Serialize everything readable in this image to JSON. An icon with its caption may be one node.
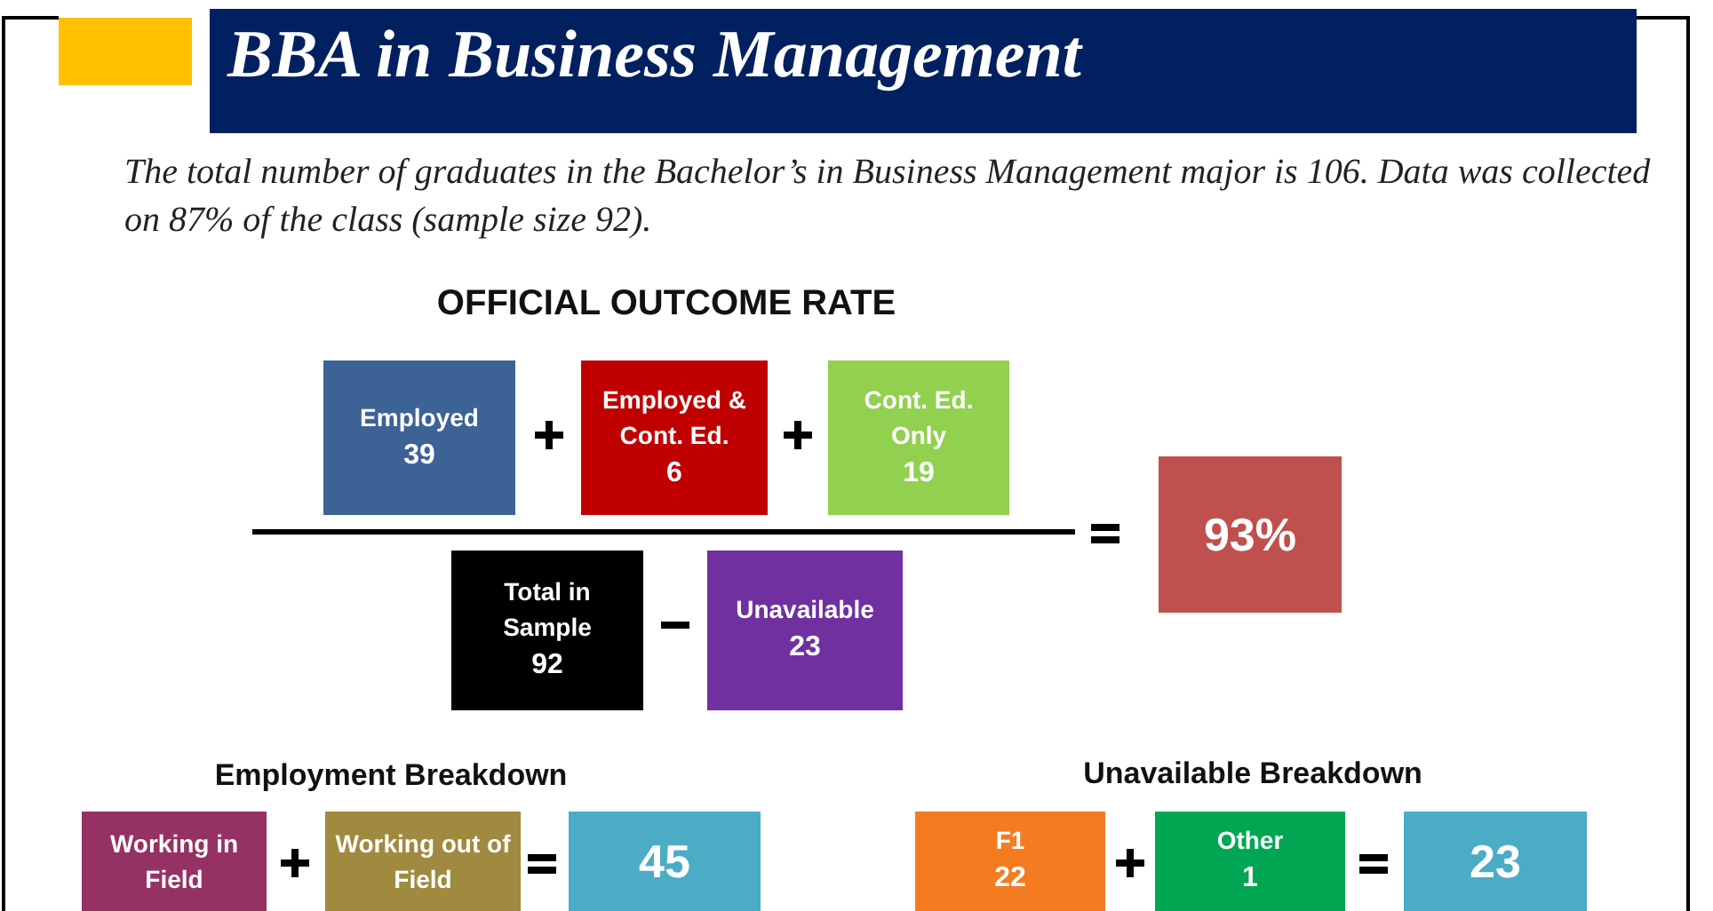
{
  "diagram": {
    "title": "BBA in Business Management",
    "nodes": [
      {
        "text": [
          "Employed",
          "39"
        ]
      },
      {
        "text": [
          "Employed & Cont. Ed.",
          "6"
        ]
      },
      {
        "text": [
          "Cont. Ed. Only",
          "19"
        ]
      },
      {
        "text": [
          "93%"
        ]
      },
      {
        "text": [
          "Total in Sample",
          "92"
        ]
      },
      {
        "text": [
          "Unavailable",
          "23"
        ]
      },
      {
        "text": [
          "Working in Field"
        ]
      },
      {
        "text": [
          "Working out of Field"
        ]
      },
      {
        "text": [
          "45"
        ]
      },
      {
        "text": [
          "F1",
          "22"
        ]
      },
      {
        "text": [
          "Other",
          "1"
        ]
      },
      {
        "text": [
          "23"
        ]
      }
    ],
    "labels": [
      "The total number of graduates in the Bachelor’s in Business Management major is 106. Data was collected on 87% of the class (sample size 92).",
      "OFFICIAL OUTCOME RATE",
      "Employment Breakdown",
      "Unavailable Breakdown"
    ]
  }
}
